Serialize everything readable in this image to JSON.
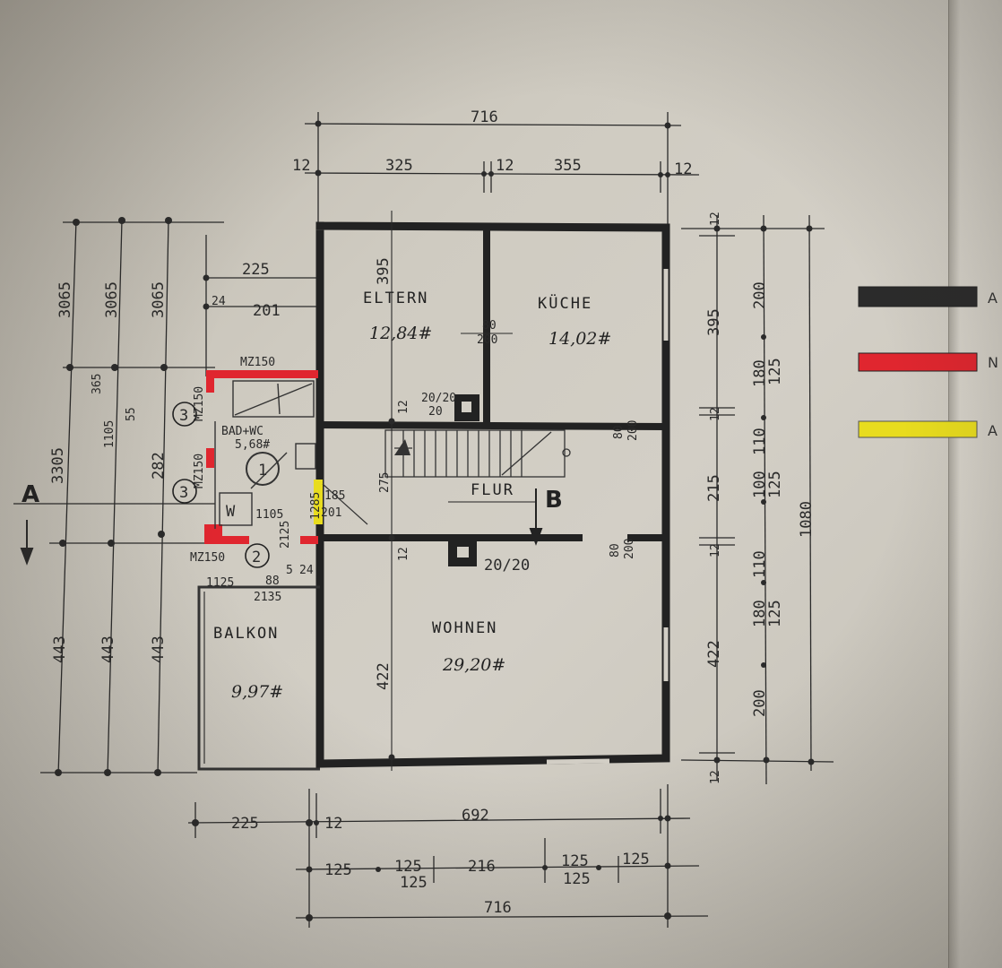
{
  "top_dims": {
    "total": "716",
    "left_margin": "12",
    "left_span": "325",
    "mid_wall": "12",
    "right_span": "355",
    "right_margin": "12"
  },
  "bottom_dims": {
    "balkon": "225",
    "wall": "12",
    "inner": "692",
    "seg1": "125",
    "seg2": "125",
    "seg2b": "125",
    "seg3": "216",
    "seg4": "125",
    "seg4b": "125",
    "seg5": "125",
    "total": "716"
  },
  "left_dims": {
    "col1_upper": "3065",
    "col2_upper": "3065",
    "col3_upper": "3065",
    "col1_mid": "3305",
    "col2_mid_a": "365",
    "col2_mid_b": "1105",
    "col2_mid_c": "55",
    "col3_mid": "282",
    "col1_lower": "443",
    "col2_lower": "443",
    "col3_lower": "443",
    "w225": "225",
    "w201": "201",
    "w24": "24"
  },
  "right_dims": {
    "c1_12a": "12",
    "c1_395": "395",
    "c1_12b": "12",
    "c1_215": "215",
    "c1_12c": "12",
    "c1_422": "422",
    "c1_12d": "12",
    "c2_200a": "200",
    "c2_180a": "180",
    "c2_125a": "125",
    "c2_110a": "110",
    "c2_100": "100",
    "c2_125b": "125",
    "c2_110b": "110",
    "c2_180b": "180",
    "c2_125c": "125",
    "c2_200b": "200",
    "c3_total": "1080"
  },
  "rooms": {
    "eltern": {
      "name": "ELTERN",
      "area": "12,84#"
    },
    "kueche": {
      "name": "KÜCHE",
      "area": "14,02#"
    },
    "bad": {
      "name": "BAD+WC",
      "area": "5,68#"
    },
    "flur": {
      "name": "FLUR"
    },
    "wohnen": {
      "name": "WOHNEN",
      "area": "29,20#"
    },
    "balkon": {
      "name": "BALKON",
      "area": "9,97#"
    }
  },
  "door_labels": {
    "d1_top": "80",
    "d1_bot": "200",
    "chimney1": "20/20",
    "chimney1_b": "20",
    "chimney2": "20/20",
    "d2_top": "80",
    "d2_bot": "200",
    "d3_top": "80",
    "d3_bot": "200",
    "eltern_395": "395",
    "flur_12": "12",
    "wohnen_422": "422",
    "flur_275": "275",
    "wohnen_12": "12"
  },
  "bath_labels": {
    "mz_top": "MZ150",
    "mz_left1": "MZ150",
    "mz_left2": "MZ150",
    "mz_bottom": "MZ150",
    "w": "W",
    "c1": "1",
    "c2": "2",
    "c3a": "3",
    "c3b": "3",
    "b1125": "1125",
    "b88": "88",
    "b2135": "2135",
    "b2125": "2125",
    "b24": "24",
    "b5": "5",
    "b1105": "1105",
    "b1285": "1285",
    "b185": "185",
    "b201": "201"
  },
  "section_marks": {
    "a": "A",
    "b": "B"
  },
  "legend": {
    "black_color": "#2b2b2b",
    "red_color": "#e0262f",
    "yellow_color": "#e8dc1e",
    "black_text": "A",
    "red_text": "N",
    "yellow_text": "A"
  },
  "colors": {
    "wall": "#222222",
    "new_wall": "#e0262f",
    "demolish": "#e8dc1e"
  }
}
